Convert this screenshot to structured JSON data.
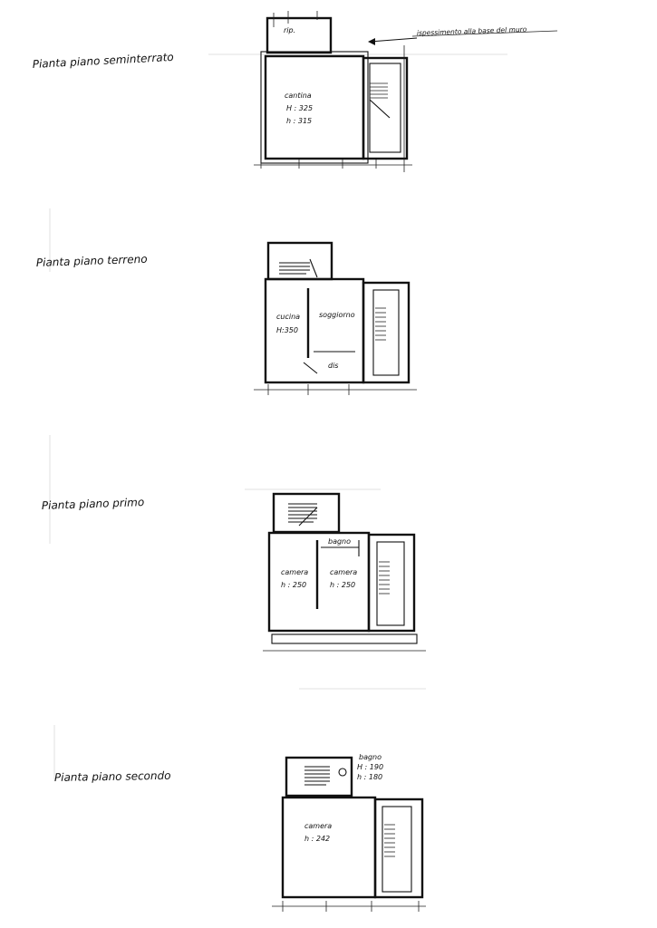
{
  "floors": [
    {
      "title": "Pianta piano seminterrato",
      "note": "ispessimento alla base del muro",
      "rooms": [
        {
          "lines": [
            "rip."
          ]
        },
        {
          "lines": [
            "cantina",
            "H : 325",
            "h : 315"
          ]
        }
      ]
    },
    {
      "title": "Pianta piano terreno",
      "rooms": [
        {
          "lines": [
            "cucina",
            "H:350"
          ]
        },
        {
          "lines": [
            "soggiorno"
          ]
        },
        {
          "lines": [
            "dis"
          ]
        }
      ]
    },
    {
      "title": "Pianta piano primo",
      "rooms": [
        {
          "lines": [
            "bagno"
          ]
        },
        {
          "lines": [
            "camera",
            "h : 250"
          ]
        },
        {
          "lines": [
            "camera",
            "h : 250"
          ]
        }
      ]
    },
    {
      "title": "Pianta piano secondo",
      "rooms": [
        {
          "lines": [
            "bagno",
            "H : 190",
            "h : 180"
          ]
        },
        {
          "lines": [
            "camera",
            "h : 242"
          ]
        }
      ]
    }
  ]
}
